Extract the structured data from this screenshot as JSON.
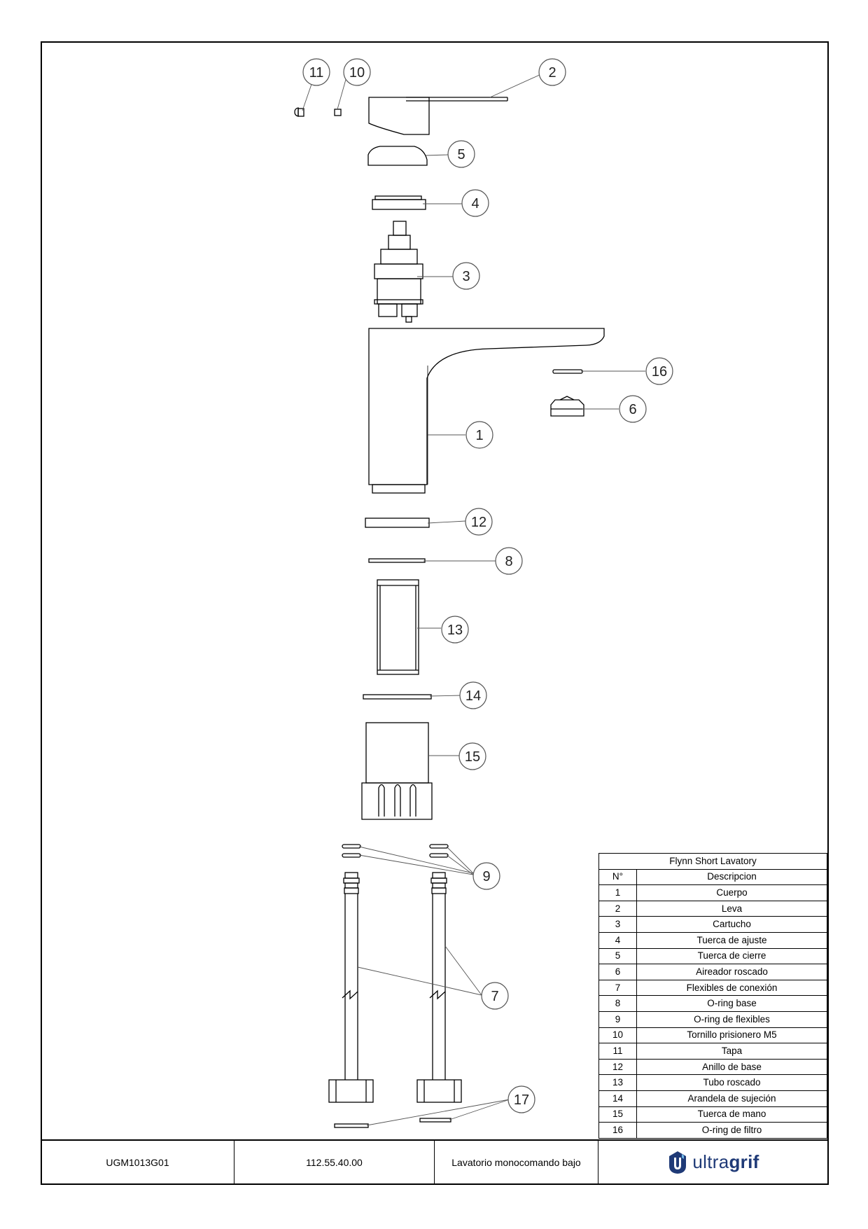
{
  "drawing": {
    "callouts": [
      "1",
      "2",
      "3",
      "4",
      "5",
      "6",
      "7",
      "8",
      "9",
      "10",
      "11",
      "12",
      "13",
      "14",
      "15",
      "16",
      "17"
    ]
  },
  "parts_table": {
    "title": "Flynn Short Lavatory",
    "headers": [
      "N°",
      "Descripcion"
    ],
    "rows": [
      {
        "n": "1",
        "desc": "Cuerpo"
      },
      {
        "n": "2",
        "desc": "Leva"
      },
      {
        "n": "3",
        "desc": "Cartucho"
      },
      {
        "n": "4",
        "desc": "Tuerca de ajuste"
      },
      {
        "n": "5",
        "desc": "Tuerca de cierre"
      },
      {
        "n": "6",
        "desc": "Aireador roscado"
      },
      {
        "n": "7",
        "desc": "Flexibles de conexión"
      },
      {
        "n": "8",
        "desc": "O-ring base"
      },
      {
        "n": "9",
        "desc": "O-ring de flexibles"
      },
      {
        "n": "10",
        "desc": "Tornillo prisionero M5"
      },
      {
        "n": "11",
        "desc": "Tapa"
      },
      {
        "n": "12",
        "desc": "Anillo de base"
      },
      {
        "n": "13",
        "desc": "Tubo roscado"
      },
      {
        "n": "14",
        "desc": "Arandela de sujeción"
      },
      {
        "n": "15",
        "desc": "Tuerca de mano"
      },
      {
        "n": "16",
        "desc": "O-ring de filtro"
      }
    ]
  },
  "title_block": {
    "code": "UGM1013G01",
    "reference": "112.55.40.00",
    "description": "Lavatorio monocomando bajo",
    "brand_light": "ultra",
    "brand_bold": "grif",
    "brand_color": "#1f3a77",
    "logo_icon": "ultragrif-drop-logo"
  }
}
